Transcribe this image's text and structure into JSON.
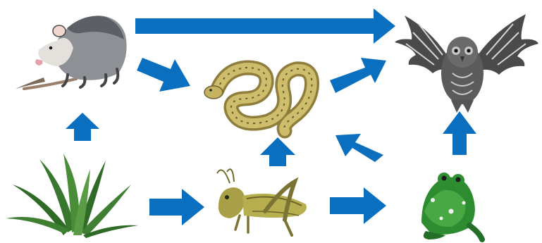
{
  "diagram": {
    "type": "food-web",
    "colors": {
      "arrow": "#0a6fbe",
      "background": "#ffffff"
    },
    "organisms": [
      {
        "id": "opossum",
        "icon": "opossum-icon"
      },
      {
        "id": "snake",
        "icon": "snake-icon"
      },
      {
        "id": "owl",
        "icon": "owl-icon"
      },
      {
        "id": "grass",
        "icon": "grass-icon"
      },
      {
        "id": "grasshopper",
        "icon": "grasshopper-icon"
      },
      {
        "id": "frog",
        "icon": "frog-icon"
      }
    ],
    "links": [
      {
        "from": "grass",
        "to": "opossum"
      },
      {
        "from": "grass",
        "to": "grasshopper"
      },
      {
        "from": "opossum",
        "to": "owl"
      },
      {
        "from": "opossum",
        "to": "snake"
      },
      {
        "from": "grasshopper",
        "to": "snake"
      },
      {
        "from": "grasshopper",
        "to": "frog"
      },
      {
        "from": "frog",
        "to": "snake"
      },
      {
        "from": "frog",
        "to": "owl"
      },
      {
        "from": "snake",
        "to": "owl"
      }
    ]
  }
}
